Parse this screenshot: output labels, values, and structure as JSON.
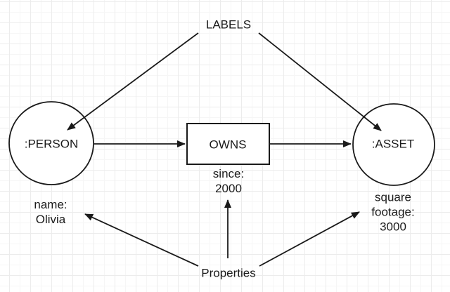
{
  "diagram_type": "graph-model-sketch",
  "colors": {
    "stroke": "#1a1a1a",
    "canvas_background": "#ffffff",
    "grid_minor": "#f6f6f6",
    "grid_major": "#ececec"
  },
  "annotations": {
    "labels": "LABELS",
    "properties": "Properties"
  },
  "nodes": {
    "person": ":PERSON",
    "owns": "OWNS",
    "asset": ":ASSET"
  },
  "property_values": {
    "person": [
      "name:",
      "Olivia"
    ],
    "owns": [
      "since:",
      "2000"
    ],
    "asset": [
      "square",
      "footage:",
      "3000"
    ]
  }
}
